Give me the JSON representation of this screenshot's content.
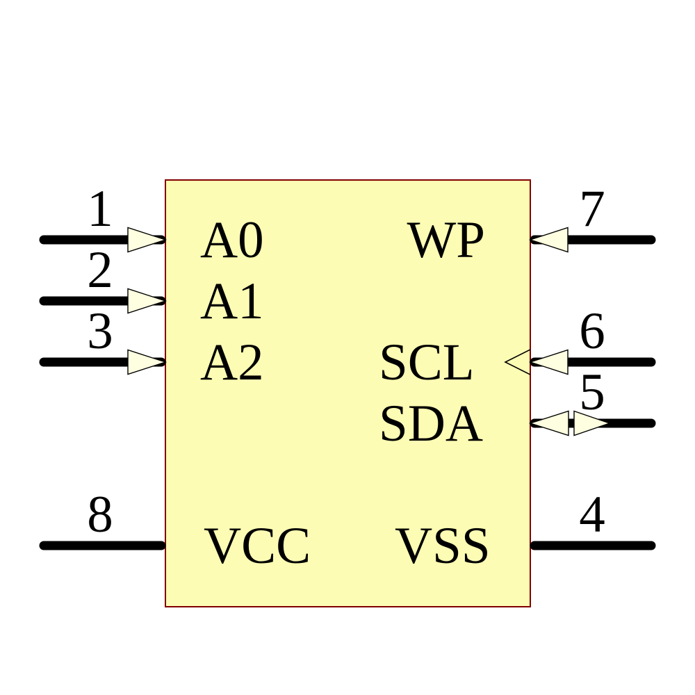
{
  "diagram": {
    "kind": "ic-schematic-symbol",
    "pin_count": 8
  },
  "colors": {
    "background": "#FFFFFF",
    "body_fill": "#FCFCB4",
    "body_border": "#800000",
    "arrow_fill": "#FEFEE0",
    "wire": "#000000",
    "text": "#000000"
  },
  "pins": [
    {
      "number": "1",
      "name": "A0",
      "side": "left",
      "direction": "input"
    },
    {
      "number": "2",
      "name": "A1",
      "side": "left",
      "direction": "input"
    },
    {
      "number": "3",
      "name": "A2",
      "side": "left",
      "direction": "input"
    },
    {
      "number": "7",
      "name": "WP",
      "side": "right",
      "direction": "input"
    },
    {
      "number": "6",
      "name": "SCL",
      "side": "right",
      "direction": "input"
    },
    {
      "number": "5",
      "name": "SDA",
      "side": "right",
      "direction": "bidirectional"
    },
    {
      "number": "8",
      "name": "VCC",
      "side": "left",
      "direction": "power"
    },
    {
      "number": "4",
      "name": "VSS",
      "side": "right",
      "direction": "power"
    }
  ]
}
